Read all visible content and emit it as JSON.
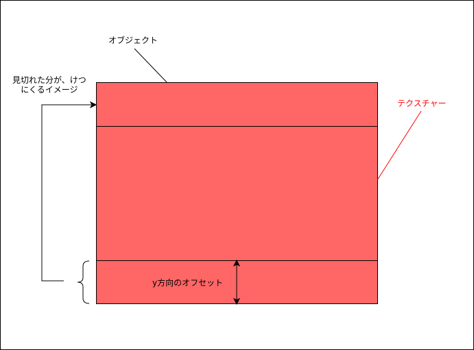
{
  "labels": {
    "object": "オブジェクト",
    "texture": "テクスチャー",
    "wrap_line1": "見切れた分が、けつ",
    "wrap_line2": "にくるイメージ",
    "y_offset": "y方向のオフセット"
  },
  "colors": {
    "texture_fill": "#FF6666",
    "texture_label": "#FF0000",
    "outline": "#000000",
    "background": "#FFFFFF"
  }
}
